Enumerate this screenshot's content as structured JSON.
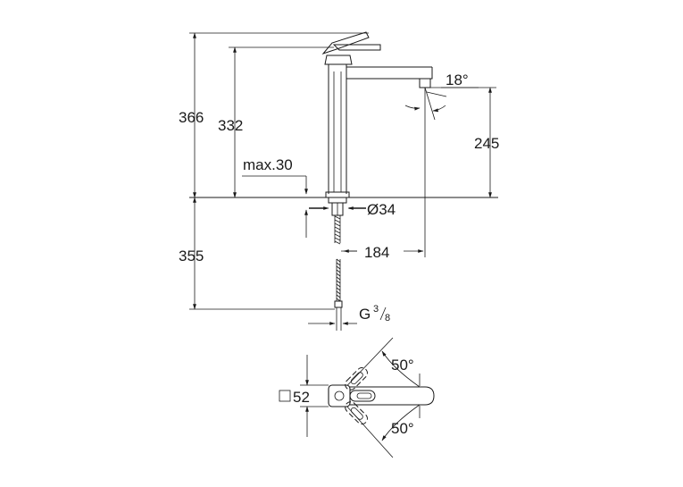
{
  "dimensions": {
    "overall_height": "366",
    "spout_height": "332",
    "max_deck": "max.30",
    "spout_angle": "18°",
    "outlet_height": "245",
    "hole_diameter": "Ø34",
    "spout_reach": "184",
    "hose_length": "355",
    "thread_prefix": "G",
    "thread_num": "3",
    "thread_den": "8",
    "base_size": "52",
    "rotation_angle_top": "50°",
    "rotation_angle_bottom": "50°"
  },
  "icons": {
    "square_symbol": "square-icon",
    "slash_symbol": "fraction-slash-icon"
  }
}
